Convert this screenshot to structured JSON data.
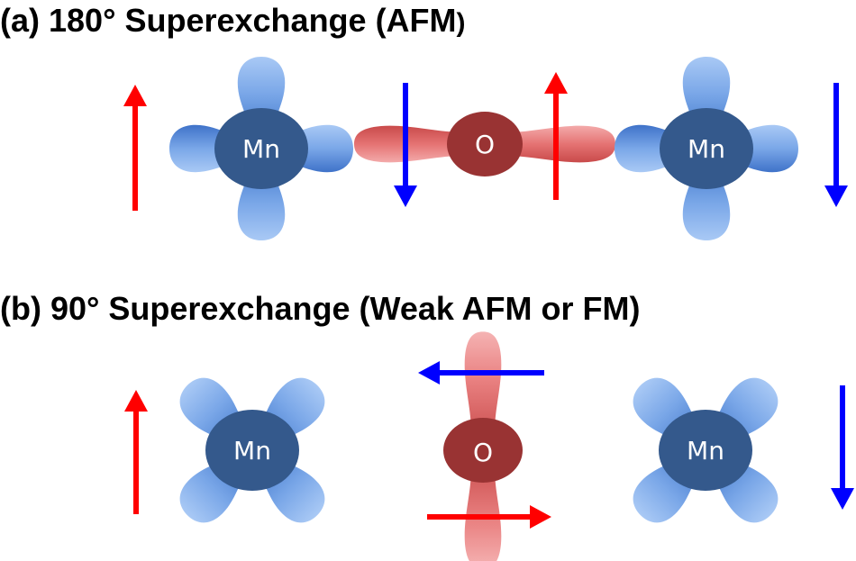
{
  "panel_a": {
    "title_main": "(a) 180° Superexchange (AFM",
    "title_close": ")",
    "mn_left_label": "Mn",
    "o_label": "O",
    "mn_right_label": "Mn"
  },
  "panel_b": {
    "title": "(b) 90° Superexchange (Weak AFM or FM)",
    "mn_left_label": "Mn",
    "o_label": "O",
    "mn_right_label": "Mn"
  },
  "colors": {
    "mn_core": "#34598c",
    "o_core": "#993333",
    "d_orbital": "#6d9ee6",
    "p_orbital": "#e06666",
    "spin_up": "#ff0000",
    "spin_down": "#0000ff"
  },
  "icons": [
    "spin-up-arrow-icon",
    "spin-down-arrow-icon",
    "spin-left-arrow-icon",
    "spin-right-arrow-icon"
  ]
}
